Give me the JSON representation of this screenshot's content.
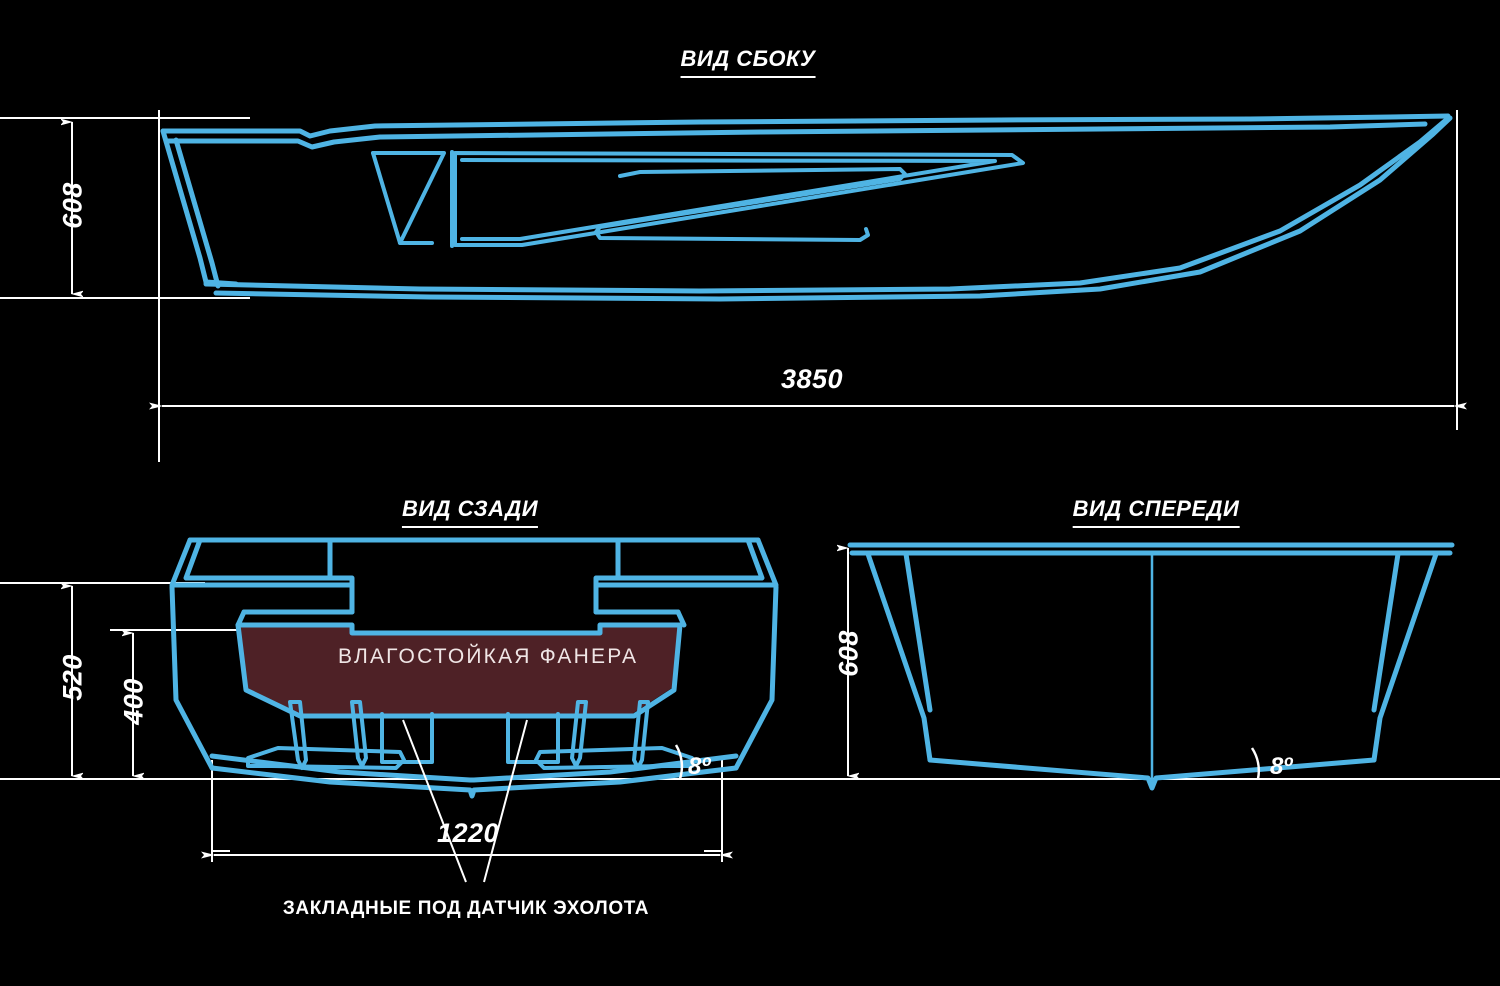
{
  "drawing": {
    "background_color": "#000000",
    "line_color": "#4fb4e4",
    "annotation_color": "#ffffff",
    "material_fill_color": "#4e2126"
  },
  "views": {
    "side": {
      "title": "ВИД СБОКУ",
      "dimensions": {
        "height": "608",
        "length": "3850"
      }
    },
    "rear": {
      "title": "ВИД СЗАДИ",
      "dimensions": {
        "total_height": "520",
        "inner_height": "400",
        "bottom_width": "1220",
        "deadrise_angle": "8º"
      },
      "material_label": "ВЛАГОСТОЙКАЯ ФАНЕРА",
      "callout": "ЗАКЛАДНЫЕ ПОД ДАТЧИК ЭХОЛОТА"
    },
    "front": {
      "title": "ВИД СПЕРЕДИ",
      "dimensions": {
        "height": "608",
        "deadrise_angle": "8º"
      }
    }
  }
}
